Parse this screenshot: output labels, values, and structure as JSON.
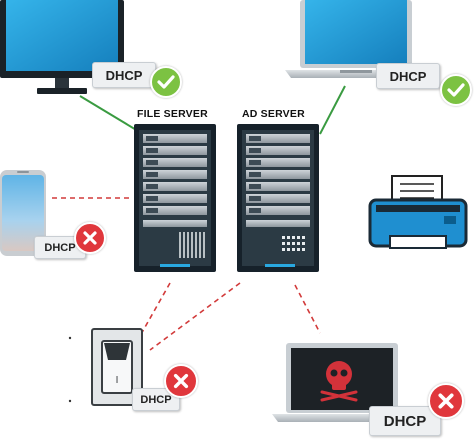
{
  "servers": {
    "file_server": {
      "title": "FILE SERVER"
    },
    "ad_server": {
      "title": "AD SERVER"
    }
  },
  "devices": {
    "monitor": {
      "label": "DHCP",
      "status": "ok"
    },
    "laptop_top": {
      "label": "DHCP",
      "status": "ok"
    },
    "phone": {
      "label": "DHCP",
      "status": "error"
    },
    "switch": {
      "label": "DHCP",
      "status": "error"
    },
    "laptop_infected": {
      "label": "DHCP",
      "status": "error"
    },
    "printer": {
      "status": "none"
    }
  },
  "colors": {
    "server_dark": "#2b3a44",
    "server_frame": "#16212a",
    "screen_blue": "#1d9bd6",
    "ok_green": "#7cc242",
    "error_red": "#e0373c",
    "link_green": "#3a9b41",
    "link_red": "#d23a3a",
    "printer_blue": "#1f8fd0",
    "skull_red": "#d3323a"
  }
}
